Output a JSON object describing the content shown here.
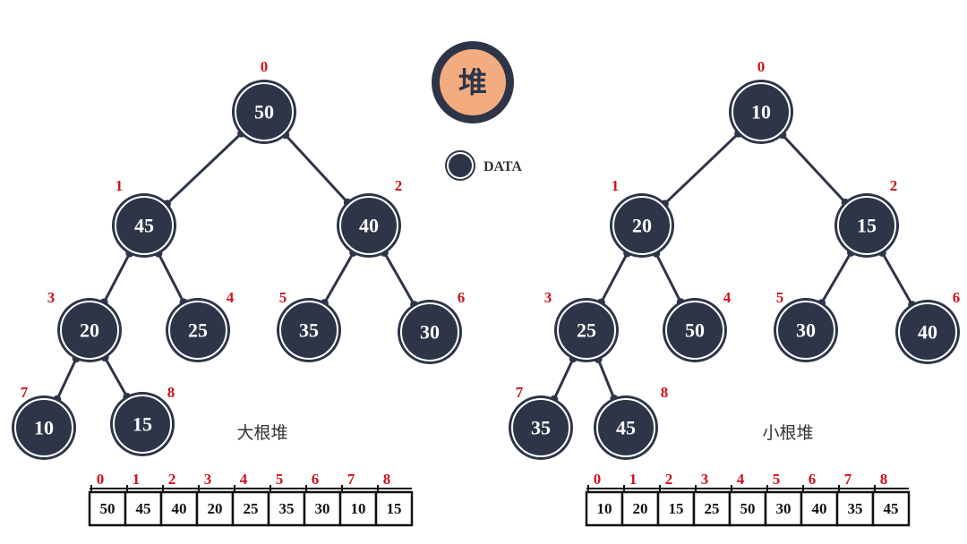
{
  "title_badge": "堆",
  "legend": {
    "label": "DATA"
  },
  "colors": {
    "node": "#2e3548",
    "badge_fill": "#f3ac7f",
    "index": "#d0121b"
  },
  "heaps": [
    {
      "name": "大根堆",
      "values": [
        50,
        45,
        40,
        20,
        25,
        35,
        30,
        10,
        15
      ],
      "indices": [
        "0",
        "1",
        "2",
        "3",
        "4",
        "5",
        "6",
        "7",
        "8"
      ]
    },
    {
      "name": "小根堆",
      "values": [
        10,
        20,
        15,
        25,
        50,
        30,
        40,
        35,
        45
      ],
      "indices": [
        "0",
        "1",
        "2",
        "3",
        "4",
        "5",
        "6",
        "7",
        "8"
      ]
    }
  ]
}
